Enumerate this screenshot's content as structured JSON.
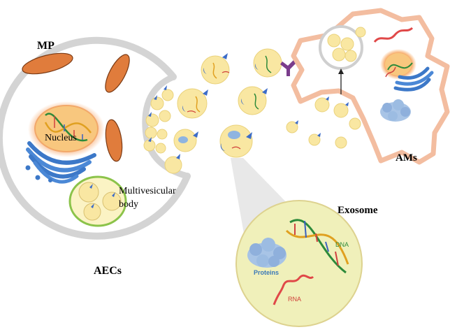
{
  "labels": {
    "mp": "MP",
    "nucleus": "Nucleus",
    "mvb_line1": "Multivesicular",
    "mvb_line2": "body",
    "aecs": "AECs",
    "ams": "AMs",
    "exosome": "Exosome",
    "dna": "DNA",
    "proteins": "Proteins",
    "rna": "RNA"
  },
  "colors": {
    "cell_membrane": "#d0d0d0",
    "vesicle": "#f9e7a2",
    "vesicle_edge": "#ead27c",
    "mp_orange": "#e07c3c",
    "am_membrane": "#f3bda0",
    "mvb_green": "#8bc34a",
    "exosome_zoom": "#f0f0ba",
    "dna_label": "#2e8b3a",
    "rna_label": "#d0403a",
    "proteins_label": "#3a78b8",
    "receptor": "#7a3c8c",
    "golgi_blue": "#3c78c8"
  },
  "icons": [
    "dna-icon",
    "rna-icon",
    "protein-icon",
    "golgi-icon",
    "receptor-icon",
    "arrow-icon"
  ]
}
